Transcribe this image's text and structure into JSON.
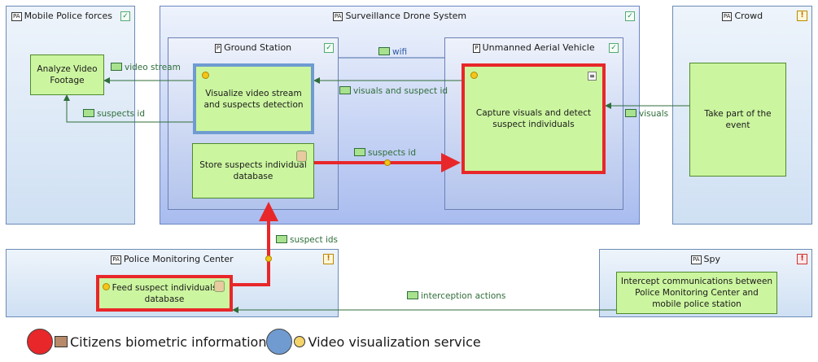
{
  "actors": {
    "mobile_police": {
      "title": "Mobile Police forces",
      "badge": "PA"
    },
    "surveillance": {
      "title": "Surveillance Drone System",
      "badge": "PA"
    },
    "crowd": {
      "title": "Crowd",
      "badge": "PA"
    },
    "police_center": {
      "title": "Police Monitoring Center",
      "badge": "PA"
    },
    "spy": {
      "title": "Spy",
      "badge": "PA"
    }
  },
  "components": {
    "ground_station": {
      "title": "Ground Station",
      "badge": "P"
    },
    "uav": {
      "title": "Unmanned Aerial Vehicle",
      "badge": "P"
    }
  },
  "functions": {
    "analyze": "Analyze Video Footage",
    "visualize": "Visualize video stream and suspects detection",
    "store": "Store suspects individual database",
    "capture": "Capture visuals and detect suspect individuals",
    "take_part": "Take part of the event",
    "feed": "Feed suspect individuals database",
    "intercept": "Intercept communications between Police Monitoring Center and mobile police station"
  },
  "exchanges": {
    "video_stream": "video stream",
    "suspects_id": "suspects id",
    "wifi": "wifi",
    "visuals_suspect": "visuals and suspect id",
    "suspects_id_2": "suspects id",
    "visuals": "visuals",
    "suspect_ids": "suspect ids",
    "interception": "interception actions"
  },
  "legend": [
    {
      "label": "Citizens biometric information",
      "color": "#e8272a"
    },
    {
      "label": "Video visualization service",
      "color": "#6f9bd1"
    }
  ],
  "colors": {
    "highlight_red": "#e8272a",
    "highlight_blue": "#6f9bd1",
    "flow_green": "#2f6e3a"
  }
}
